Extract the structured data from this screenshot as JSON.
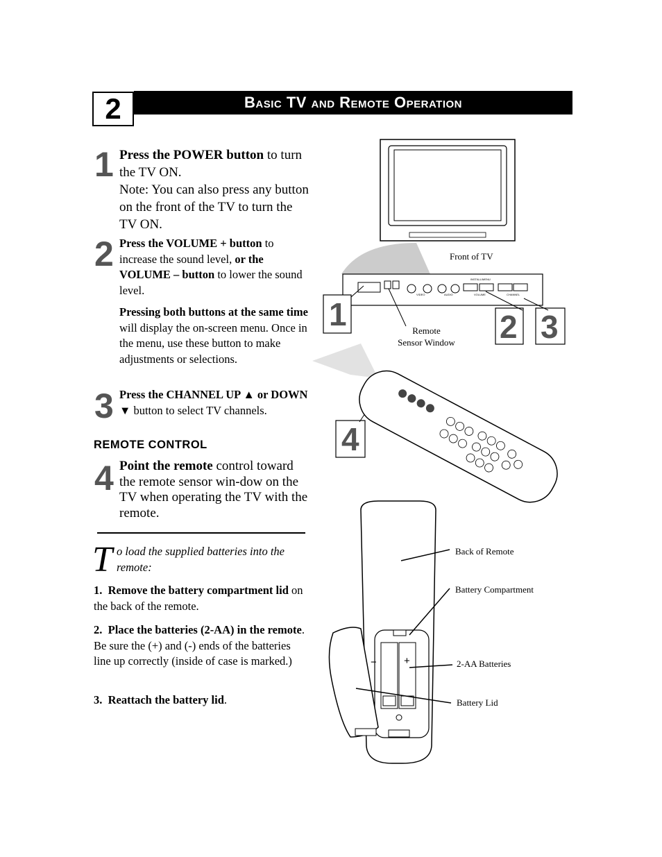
{
  "header": {
    "chapter_number": "2",
    "title": "Basic TV and Remote Operation"
  },
  "steps": [
    {
      "number": "1",
      "bold": "Press the POWER button",
      "text": " to turn the TV ON.",
      "note": "Note: You can also press any button on the front of the TV to turn the TV ON."
    },
    {
      "number": "2",
      "bold1": "Press the VOLUME + button",
      "text1": " to increase the sound level, ",
      "bold2": "or the VOLUME –  button",
      "text2": " to lower the sound level.",
      "p2_bold": "Pressing both buttons at the same time",
      "p2_text": " will display the on-screen menu. Once in the menu, use these button to make adjustments or selections."
    },
    {
      "number": "3",
      "bold": "Press the CHANNEL UP ▲ or DOWN ▼",
      "text": " button to select TV channels."
    },
    {
      "number": "4",
      "bold": "Point the remote",
      "text": " control toward the remote sensor win-dow on the TV when operating the TV with the remote."
    }
  ],
  "remote_heading": "REMOTE CONTROL",
  "battery": {
    "dropcap": "T",
    "intro": "o load the supplied batteries into the remote:",
    "items": [
      {
        "num": "1.",
        "bold": "Remove the battery compartment lid",
        "text": " on the back of the remote."
      },
      {
        "num": "2.",
        "bold": "Place the batteries (2-AA) in the remote",
        "text": ". Be sure the (+) and (-) ends of the batteries line up correctly (inside of case is marked.)"
      },
      {
        "num": "3.",
        "bold": "Reattach the battery lid",
        "text": "."
      }
    ]
  },
  "illustration": {
    "front_of_tv": "Front of TV",
    "remote_sensor": "Remote",
    "remote_sensor2": "Sensor Window",
    "callouts": [
      "1",
      "2",
      "3",
      "4"
    ],
    "back_of_remote": "Back of Remote",
    "battery_compartment": "Battery Compartment",
    "aa_batteries": "2-AA Batteries",
    "battery_lid": "Battery Lid",
    "panel_install_menu": "INSTALL/MENU",
    "panel_volume": "VOLUME",
    "panel_channel": "CHANNEL",
    "panel_video": "VIDEO",
    "panel_audio": "AUDIO"
  }
}
